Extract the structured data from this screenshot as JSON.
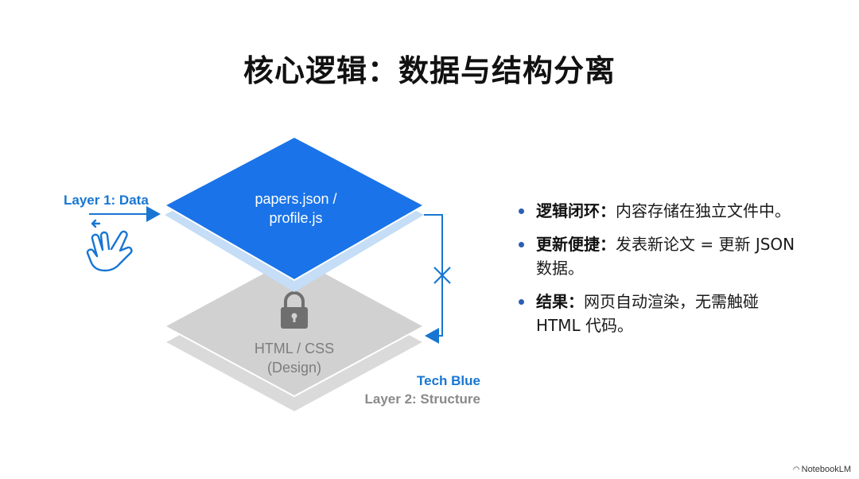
{
  "title": "核心逻辑：数据与结构分离",
  "diagram": {
    "layer1_label": "Layer 1: Data",
    "data_text_line1": "papers.json /",
    "data_text_line2": "profile.js",
    "structure_text_line1": "HTML / CSS",
    "structure_text_line2": "(Design)",
    "tech_blue_label": "Tech Blue",
    "layer2_label": "Layer 2: Structure",
    "colors": {
      "data_layer": "#1a73e8",
      "data_layer_shadow": "#bcd8f6",
      "structure_layer": "#d3d3d3",
      "accent_text": "#1876d2",
      "gray_text": "#8a8a8a"
    }
  },
  "bullets": [
    {
      "bold": "逻辑闭环：",
      "text": "内容存储在独立文件中。"
    },
    {
      "bold": "更新便捷：",
      "text": "发表新论文 = 更新 JSON 数据。"
    },
    {
      "bold": "结果：",
      "text": "网页自动渲染，无需触碰 HTML 代码。"
    }
  ],
  "brand": "NotebookLM"
}
